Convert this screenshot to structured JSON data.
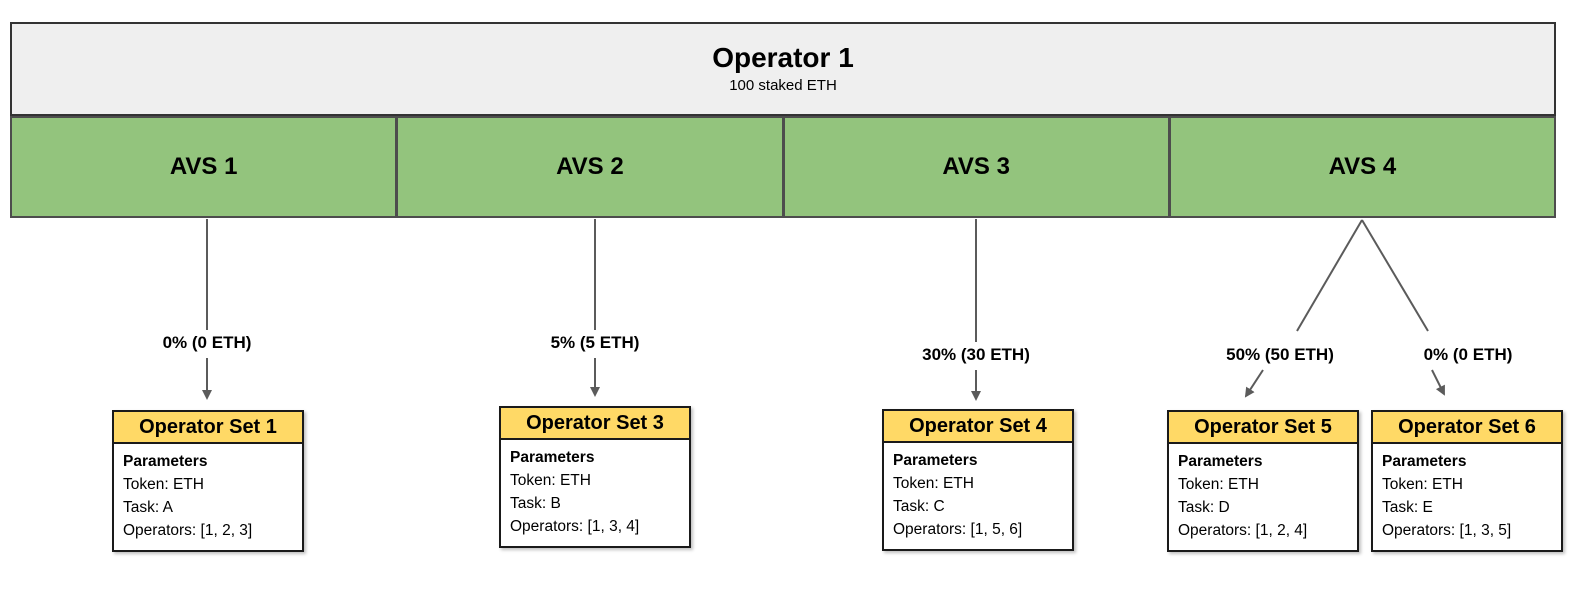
{
  "operator": {
    "title": "Operator 1",
    "subtitle": "100 staked ETH"
  },
  "avs_row": [
    {
      "label": "AVS 1"
    },
    {
      "label": "AVS 2"
    },
    {
      "label": "AVS 3"
    },
    {
      "label": "AVS 4"
    }
  ],
  "allocations": [
    {
      "from_avs": "AVS 1",
      "to_set": "Operator Set 1",
      "label": "0% (0 ETH)"
    },
    {
      "from_avs": "AVS 2",
      "to_set": "Operator Set 3",
      "label": "5% (5 ETH)"
    },
    {
      "from_avs": "AVS 3",
      "to_set": "Operator Set 4",
      "label": "30% (30 ETH)"
    },
    {
      "from_avs": "AVS 4",
      "to_set": "Operator Set 5",
      "label": "50% (50 ETH)"
    },
    {
      "from_avs": "AVS 4",
      "to_set": "Operator Set 6",
      "label": "0% (0 ETH)"
    }
  ],
  "operator_sets": [
    {
      "title": "Operator Set 1",
      "heading": "Parameters",
      "lines": [
        "Token: ETH",
        "Task: A",
        "Operators: [1, 2, 3]"
      ]
    },
    {
      "title": "Operator Set 3",
      "heading": "Parameters",
      "lines": [
        "Token: ETH",
        "Task: B",
        "Operators: [1, 3, 4]"
      ]
    },
    {
      "title": "Operator Set 4",
      "heading": "Parameters",
      "lines": [
        "Token: ETH",
        "Task: C",
        "Operators: [1, 5, 6]"
      ]
    },
    {
      "title": "Operator Set 5",
      "heading": "Parameters",
      "lines": [
        "Token: ETH",
        "Task: D",
        "Operators: [1, 2, 4]"
      ]
    },
    {
      "title": "Operator Set 6",
      "heading": "Parameters",
      "lines": [
        "Token: ETH",
        "Task: E",
        "Operators: [1, 3, 5]"
      ]
    }
  ],
  "colors": {
    "operator_fill": "#efefef",
    "avs_fill": "#93c47d",
    "set_header_fill": "#ffd966",
    "box_border": "#1a1a1a",
    "arrow": "#5b5b5b"
  }
}
